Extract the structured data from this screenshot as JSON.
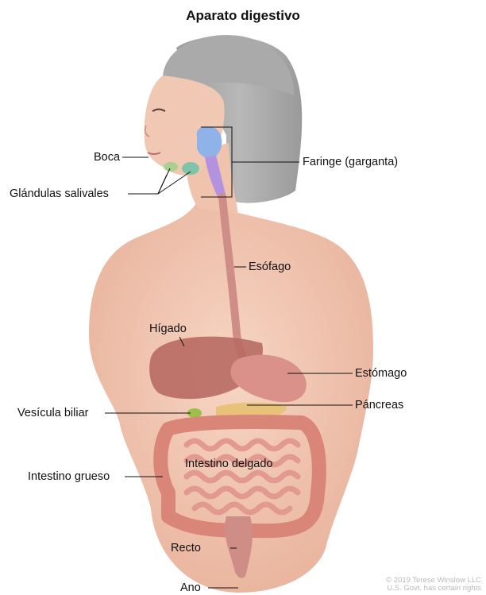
{
  "title": "Aparato digestivo",
  "labels": {
    "boca": "Boca",
    "glandulas": "Glándulas salivales",
    "faringe": "Faringe (garganta)",
    "esofago": "Esófago",
    "higado": "Hígado",
    "estomago": "Estómago",
    "pancreas": "Páncreas",
    "vesicula": "Vesícula biliar",
    "intestino_delgado": "Intestino delgado",
    "intestino_grueso": "Intestino grueso",
    "recto": "Recto",
    "ano": "Ano"
  },
  "copyright": {
    "line1": "© 2019 Terese Winslow LLC",
    "line2": "U.S. Govt. has certain rights"
  },
  "colors": {
    "skin": "#f2c9b4",
    "hair": "#a5a5a5",
    "liver": "#b86a63",
    "stomach": "#d9918a",
    "pancreas": "#e9c27a",
    "gallbladder": "#9ec04a",
    "intestine": "#d98578",
    "pharynx": "#8fb3e8",
    "esophagus": "#cf8d87",
    "saliva_gland": "#7fc4a8"
  }
}
